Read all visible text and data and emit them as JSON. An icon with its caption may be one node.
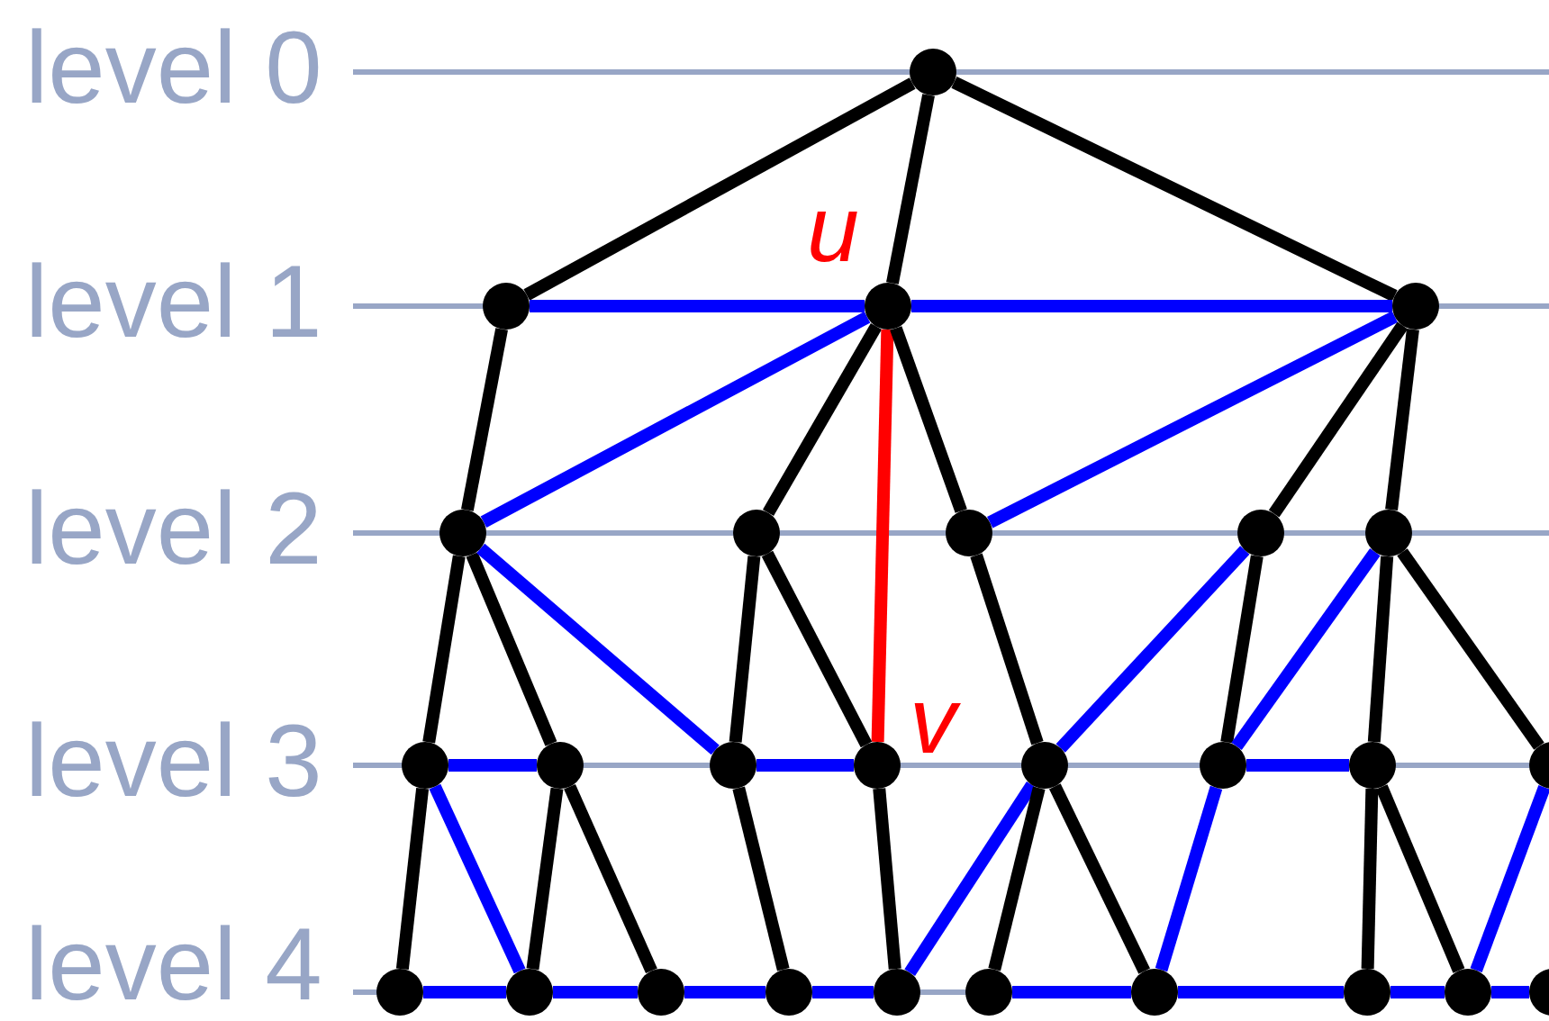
{
  "diagram": {
    "nodes": [
      {
        "text": [],
        "shape": "circle"
      },
      {
        "text": [],
        "shape": "circle"
      },
      {
        "text": [],
        "shape": "circle",
        "beside": [
          "u"
        ]
      },
      {
        "text": [],
        "shape": "circle"
      },
      {
        "text": [],
        "shape": "circle"
      },
      {
        "text": [],
        "shape": "circle"
      },
      {
        "text": [],
        "shape": "circle"
      },
      {
        "text": [],
        "shape": "circle"
      },
      {
        "text": [],
        "shape": "circle"
      },
      {
        "text": [],
        "shape": "circle"
      },
      {
        "text": [],
        "shape": "circle"
      },
      {
        "text": [],
        "shape": "circle"
      },
      {
        "text": [],
        "shape": "circle",
        "beside": [
          "v"
        ]
      },
      {
        "text": [],
        "shape": "circle"
      },
      {
        "text": [],
        "shape": "circle"
      },
      {
        "text": [],
        "shape": "circle"
      },
      {
        "text": [],
        "shape": "circle"
      },
      {
        "text": [],
        "shape": "circle"
      },
      {
        "text": [],
        "shape": "circle"
      },
      {
        "text": [],
        "shape": "circle"
      },
      {
        "text": [],
        "shape": "circle"
      },
      {
        "text": [],
        "shape": "circle"
      },
      {
        "text": [],
        "shape": "circle"
      },
      {
        "text": [],
        "shape": "circle"
      },
      {
        "text": [],
        "shape": "circle"
      },
      {
        "text": [],
        "shape": "circle"
      },
      {
        "text": [],
        "shape": "circle"
      }
    ],
    "edges": [
      {
        "from": 0,
        "to": 1,
        "arrow": "none"
      },
      {
        "from": 0,
        "to": 2,
        "arrow": "none"
      },
      {
        "from": 0,
        "to": 3,
        "arrow": "none"
      },
      {
        "from": 1,
        "to": 2,
        "arrow": "none",
        "color": "#0000ff"
      },
      {
        "from": 2,
        "to": 3,
        "arrow": "none",
        "color": "#0000ff"
      },
      {
        "from": 1,
        "to": 4,
        "arrow": "none"
      },
      {
        "from": 2,
        "to": 4,
        "arrow": "none",
        "color": "#0000ff"
      },
      {
        "from": 2,
        "to": 5,
        "arrow": "none"
      },
      {
        "from": 2,
        "to": 12,
        "arrow": "none",
        "color": "#ff0000"
      },
      {
        "from": 2,
        "to": 6,
        "arrow": "none"
      },
      {
        "from": 3,
        "to": 6,
        "arrow": "none",
        "color": "#0000ff"
      },
      {
        "from": 3,
        "to": 7,
        "arrow": "none"
      },
      {
        "from": 3,
        "to": 8,
        "arrow": "none"
      },
      {
        "from": 4,
        "to": 9,
        "arrow": "none"
      },
      {
        "from": 4,
        "to": 10,
        "arrow": "none"
      },
      {
        "from": 4,
        "to": 11,
        "arrow": "none",
        "color": "#0000ff"
      },
      {
        "from": 5,
        "to": 11,
        "arrow": "none"
      },
      {
        "from": 5,
        "to": 12,
        "arrow": "none"
      },
      {
        "from": 6,
        "to": 13,
        "arrow": "none"
      },
      {
        "from": 7,
        "to": 13,
        "arrow": "none",
        "color": "#0000ff"
      },
      {
        "from": 7,
        "to": 14,
        "arrow": "none"
      },
      {
        "from": 8,
        "to": 14,
        "arrow": "none",
        "color": "#0000ff"
      },
      {
        "from": 8,
        "to": 15,
        "arrow": "none"
      },
      {
        "from": 8,
        "to": 16,
        "arrow": "none"
      },
      {
        "from": 9,
        "to": 10,
        "arrow": "none",
        "color": "#0000ff"
      },
      {
        "from": 11,
        "to": 12,
        "arrow": "none",
        "color": "#0000ff"
      },
      {
        "from": 14,
        "to": 15,
        "arrow": "none",
        "color": "#0000ff"
      },
      {
        "from": 9,
        "to": 17,
        "arrow": "none"
      },
      {
        "from": 9,
        "to": 18,
        "arrow": "none",
        "color": "#0000ff"
      },
      {
        "from": 10,
        "to": 18,
        "arrow": "none"
      },
      {
        "from": 10,
        "to": 19,
        "arrow": "none"
      },
      {
        "from": 11,
        "to": 20,
        "arrow": "none"
      },
      {
        "from": 12,
        "to": 21,
        "arrow": "none"
      },
      {
        "from": 13,
        "to": 21,
        "arrow": "none",
        "color": "#0000ff"
      },
      {
        "from": 13,
        "to": 22,
        "arrow": "none"
      },
      {
        "from": 13,
        "to": 23,
        "arrow": "none"
      },
      {
        "from": 14,
        "to": 23,
        "arrow": "none",
        "color": "#0000ff"
      },
      {
        "from": 15,
        "to": 24,
        "arrow": "none"
      },
      {
        "from": 15,
        "to": 25,
        "arrow": "none"
      },
      {
        "from": 16,
        "to": 25,
        "arrow": "none",
        "color": "#0000ff"
      },
      {
        "from": 17,
        "to": 18,
        "arrow": "none",
        "color": "#0000ff"
      },
      {
        "from": 18,
        "to": 19,
        "arrow": "none",
        "color": "#0000ff"
      },
      {
        "from": 19,
        "to": 20,
        "arrow": "none",
        "color": "#0000ff"
      },
      {
        "from": 20,
        "to": 21,
        "arrow": "none",
        "color": "#0000ff"
      },
      {
        "from": 22,
        "to": 23,
        "arrow": "none",
        "color": "#0000ff"
      },
      {
        "from": 23,
        "to": 24,
        "arrow": "none",
        "color": "#0000ff"
      },
      {
        "from": 24,
        "to": 25,
        "arrow": "none",
        "color": "#0000ff"
      },
      {
        "from": 25,
        "to": 26,
        "arrow": "none",
        "color": "#0000ff"
      }
    ],
    "labels": [
      "level 0",
      "level 1",
      "level 2",
      "level 3",
      "level 4"
    ]
  }
}
